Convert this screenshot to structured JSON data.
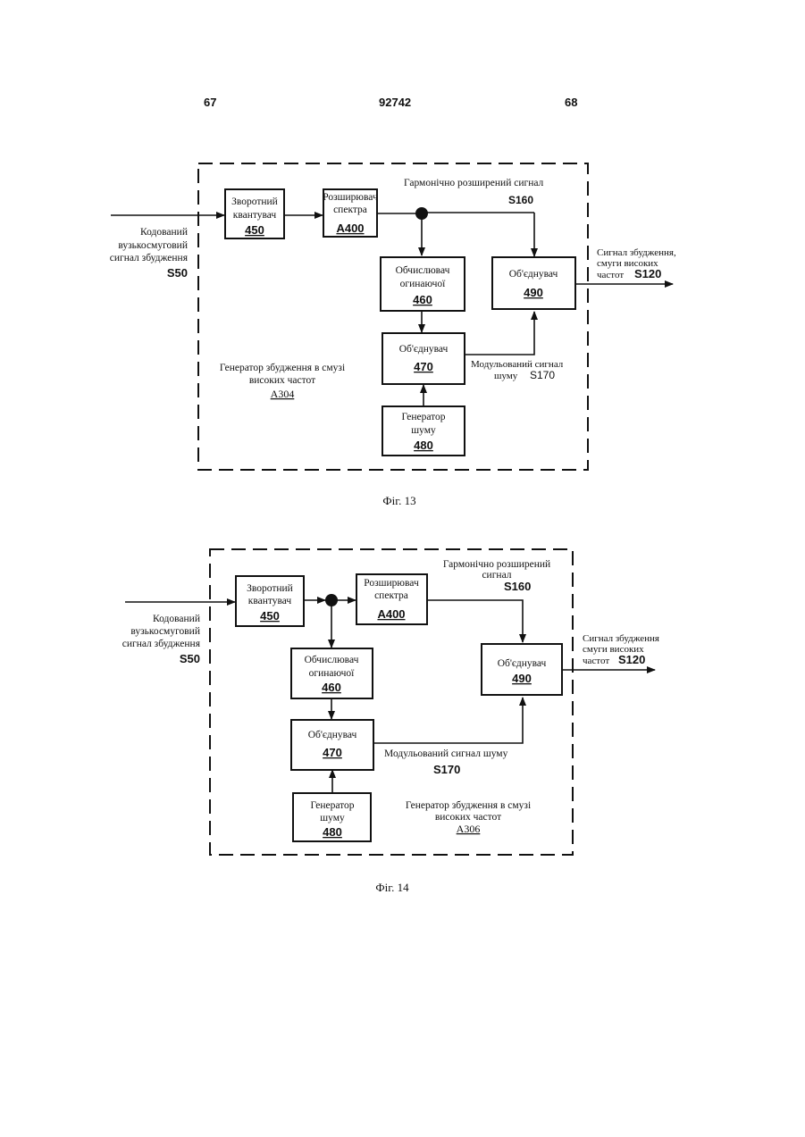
{
  "header": {
    "left_page": "67",
    "patent_number": "92742",
    "right_page": "68"
  },
  "fig13": {
    "caption": "Фіг. 13",
    "input_label": [
      "Кодований",
      "вузькосмуговий",
      "сигнал збудження"
    ],
    "input_code": "S50",
    "block_450": [
      "Зворотний",
      "квантувач"
    ],
    "block_450_num": "450",
    "block_a400": [
      "Розширювач",
      "спектра"
    ],
    "block_a400_num": "A400",
    "block_460": [
      "Обчислювач",
      "огинаючої"
    ],
    "block_460_num": "460",
    "block_470": [
      "Об'єднувач"
    ],
    "block_470_num": "470",
    "block_480": [
      "Генератор",
      "шуму"
    ],
    "block_480_num": "480",
    "block_490": [
      "Об'єднувач"
    ],
    "block_490_num": "490",
    "harmonic_label": "Гармонічно розширений сигнал",
    "harmonic_code": "S160",
    "output_label": [
      "Сигнал збудження,",
      "смуги високих"
    ],
    "output_label_last": "частот",
    "output_code": "S120",
    "noise_label": "Модульований сигнал",
    "noise_label_2": "шуму",
    "noise_code": "S170",
    "generator_title": [
      "Генератор збудження в смузі",
      "високих частот"
    ],
    "generator_code": "A304"
  },
  "fig14": {
    "caption": "Фіг. 14",
    "input_label": [
      "Кодований",
      "вузькосмуговий",
      "сигнал збудження"
    ],
    "input_code": "S50",
    "block_450": [
      "Зворотний",
      "квантувач"
    ],
    "block_450_num": "450",
    "block_a400": [
      "Розширювач",
      "спектра"
    ],
    "block_a400_num": "A400",
    "block_460": [
      "Обчислювач",
      "огинаючої"
    ],
    "block_460_num": "460",
    "block_470": [
      "Об'єднувач"
    ],
    "block_470_num": "470",
    "block_480": [
      "Генератор",
      "шуму"
    ],
    "block_480_num": "480",
    "block_490": [
      "Об'єднувач"
    ],
    "block_490_num": "490",
    "harmonic_label": [
      "Гармонічно розширений",
      "сигнал"
    ],
    "harmonic_code": "S160",
    "output_label": [
      "Сигнал збудження",
      "смуги високих"
    ],
    "output_label_last": "частот",
    "output_code": "S120",
    "noise_label": "Модульований сигнал шуму",
    "noise_code": "S170",
    "generator_title": [
      "Генератор збудження в смузі",
      "високих частот"
    ],
    "generator_code": "A306"
  }
}
